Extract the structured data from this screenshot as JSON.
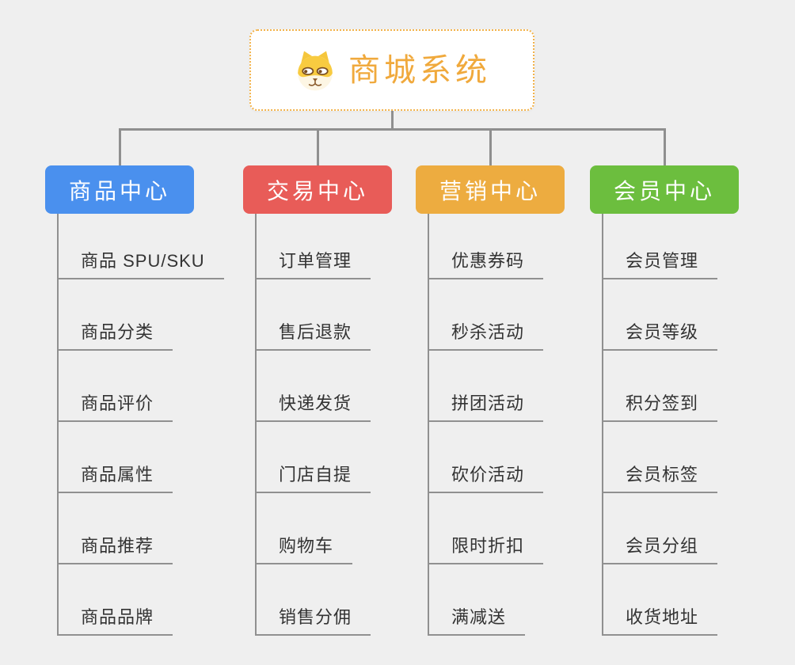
{
  "canvas": {
    "background": "#EFEFEF",
    "connector_color": "#8F8F8F",
    "leaf_line_color": "#909090",
    "leaf_text_color": "#333333"
  },
  "root": {
    "label": "商城系统",
    "icon": "dog-face-icon",
    "text_color": "#F0A93C",
    "border_color": "#F2B24A",
    "background": "#FFFFFF"
  },
  "branches": [
    {
      "label": "商品中心",
      "color": "#4A90EE",
      "children": [
        "商品 SPU/SKU",
        "商品分类",
        "商品评价",
        "商品属性",
        "商品推荐",
        "商品品牌"
      ]
    },
    {
      "label": "交易中心",
      "color": "#E85C58",
      "children": [
        "订单管理",
        "售后退款",
        "快递发货",
        "门店自提",
        "购物车",
        "销售分佣"
      ]
    },
    {
      "label": "营销中心",
      "color": "#EDAC40",
      "children": [
        "优惠券码",
        "秒杀活动",
        "拼团活动",
        "砍价活动",
        "限时折扣",
        "满减送"
      ]
    },
    {
      "label": "会员中心",
      "color": "#6CBE3E",
      "children": [
        "会员管理",
        "会员等级",
        "积分签到",
        "会员标签",
        "会员分组",
        "收货地址"
      ]
    }
  ]
}
